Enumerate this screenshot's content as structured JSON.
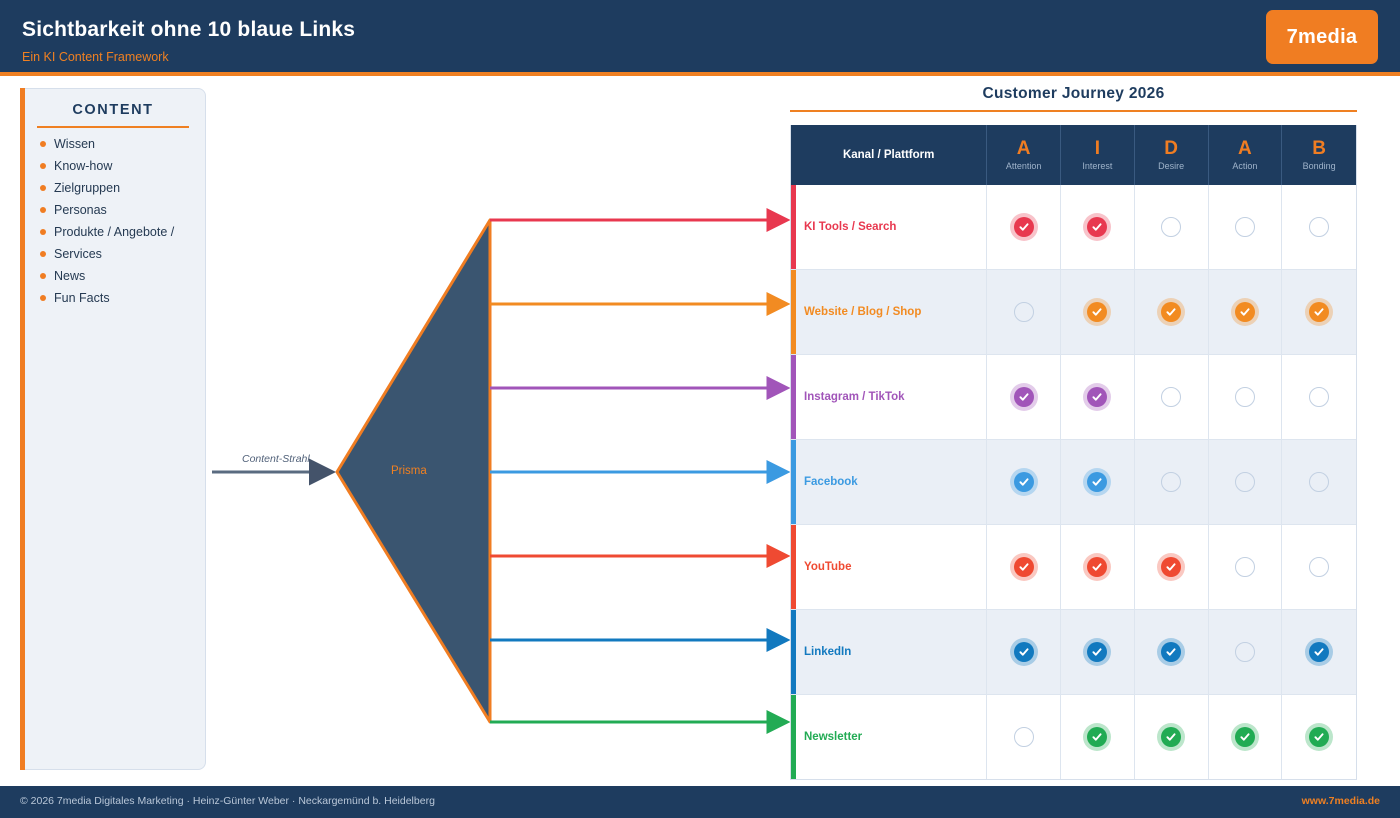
{
  "header": {
    "title": "Sichtbarkeit ohne 10 blaue Links",
    "subtitle": "Ein KI Content Framework",
    "logo": "7media"
  },
  "sidebar": {
    "title": "CONTENT",
    "items": [
      {
        "label": "Wissen"
      },
      {
        "label": "Know-how"
      },
      {
        "label": "Zielgruppen"
      },
      {
        "label": "Personas"
      },
      {
        "label": "Produkte / Angebote /"
      },
      {
        "label": "Services"
      },
      {
        "label": "News"
      },
      {
        "label": "Fun Facts"
      }
    ]
  },
  "diagram": {
    "ray_label": "Content-Strahl",
    "prism_label": "Prisma"
  },
  "panel": {
    "title": "Customer Journey 2026",
    "channel_header": "Kanal / Plattform",
    "stages": [
      {
        "letter": "A",
        "word": "Attention"
      },
      {
        "letter": "I",
        "word": "Interest"
      },
      {
        "letter": "D",
        "word": "Desire"
      },
      {
        "letter": "A",
        "word": "Action"
      },
      {
        "letter": "B",
        "word": "Bonding"
      }
    ],
    "rows": [
      {
        "channel": "KI Tools / Search",
        "color": "#e8384f",
        "marks": [
          true,
          true,
          false,
          false,
          false
        ]
      },
      {
        "channel": "Website / Blog / Shop",
        "color": "#f28b22",
        "marks": [
          false,
          true,
          true,
          true,
          true
        ]
      },
      {
        "channel": "Instagram / TikTok",
        "color": "#a155b9",
        "marks": [
          true,
          true,
          false,
          false,
          false
        ]
      },
      {
        "channel": "Facebook",
        "color": "#3b9ae1",
        "marks": [
          true,
          true,
          false,
          false,
          false
        ]
      },
      {
        "channel": "YouTube",
        "color": "#ef4a32",
        "marks": [
          true,
          true,
          true,
          false,
          false
        ]
      },
      {
        "channel": "LinkedIn",
        "color": "#1279bf",
        "marks": [
          true,
          true,
          true,
          false,
          true
        ]
      },
      {
        "channel": "Newsletter",
        "color": "#22ab54",
        "marks": [
          false,
          true,
          true,
          true,
          true
        ]
      }
    ]
  },
  "footer": {
    "copyright": "© 2026 7media Digitales Marketing · Heinz-Günter Weber · Neckargemünd b. Heidelberg",
    "link": "www.7media.de"
  },
  "colors": {
    "navy": "#1e3c5f",
    "orange": "#f07d22",
    "panel_bg": "#eef2f7",
    "row_alt": "#eaeff6",
    "ray_gray": "#5a6b80"
  }
}
